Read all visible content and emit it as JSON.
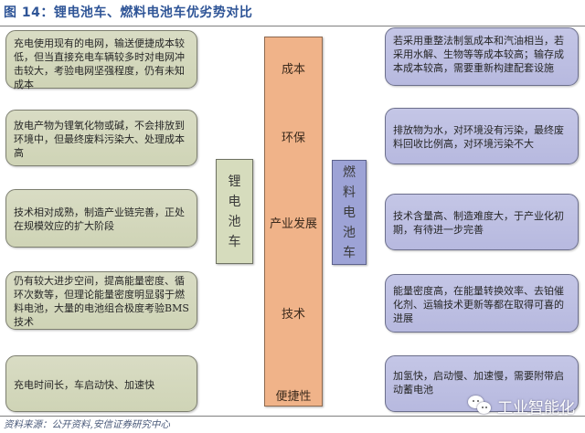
{
  "title": "图 14：锂电池车、燃料电池车优劣势对比",
  "source": "资料来源：公开资料,安信证券研究中心",
  "left_label": [
    "锂",
    "电",
    "池",
    "车"
  ],
  "right_label": [
    "燃",
    "料",
    "电",
    "池",
    "车"
  ],
  "categories": [
    "成本",
    "环保",
    "产业发展",
    "技术",
    "便捷性"
  ],
  "lithium": [
    "充电使用现有的电网，输送便捷成本较低，但当直接充电车辆较多时对电网冲击较大，考验电网坚强程度，仍有未知成本",
    "放电产物为锂氧化物或碱，不会排放到环境中，但最终废料污染大、处理成本高",
    "技术相对成熟，制造产业链完善，正处在规模效应的扩大阶段",
    "仍有较大进步空间，提高能量密度、循环次数等，但理论能量密度明显弱于燃料电池，大量的电池组合极度考验BMS技术",
    "充电时间长，车启动快、加速快"
  ],
  "fuel_cell": [
    "若采用重整法制氢成本和汽油相当，若采用水解、生物等等成本较高；输存成本成本较高，需要重新构建配套设施",
    "排放物为水，对环境没有污染，最终废料回收比例高，对环境污染不大",
    "技术含量高、制造难度大，于产业化初期，有待进一步完善",
    "能量密度高，在能量转换效率、去铂催化剂、运输技术更新等都在取得可喜的进展",
    "加氢快，启动慢、加速慢，需要附带启动蓄电池"
  ],
  "watermark": "工业智能化",
  "colors": {
    "title": "#2f5597",
    "lithium_box": "#d3d8bb",
    "fuel_box": "#bcbee1",
    "center_column": "#f0b389",
    "fuel_label": "#9da3d6"
  }
}
